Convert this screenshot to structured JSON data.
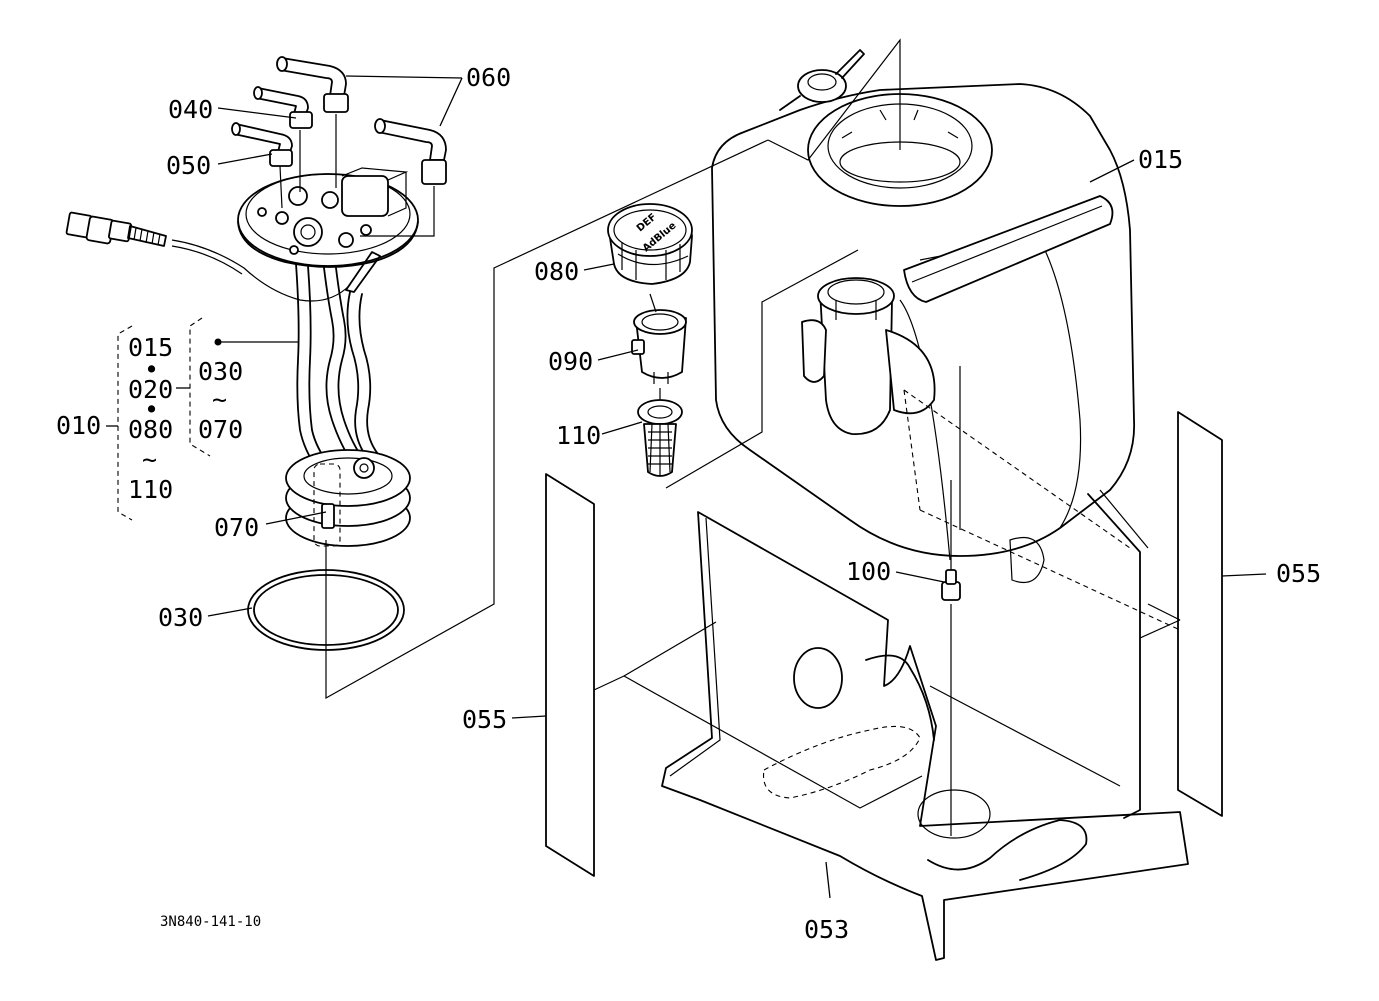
{
  "labels": {
    "p060": "060",
    "p040": "040",
    "p050": "050",
    "p080": "080",
    "p090": "090",
    "p110": "110",
    "p015": "015",
    "p010": "010",
    "p070": "070",
    "p030": "030",
    "p100": "100",
    "p055_left": "055",
    "p055_right": "055",
    "p053": "053"
  },
  "assembly_group": {
    "outer_top": "015",
    "outer_dot1": "•",
    "outer_mid": "020",
    "outer_dot2": "•",
    "outer_lower": "080",
    "outer_tilde": "~",
    "outer_bottom": "110",
    "inner_top": "030",
    "inner_tilde": "~",
    "inner_bottom": "070"
  },
  "cap_text": {
    "line1": "DEF",
    "line2": "AdBlue"
  },
  "drawing_code": "3N840-141-10"
}
